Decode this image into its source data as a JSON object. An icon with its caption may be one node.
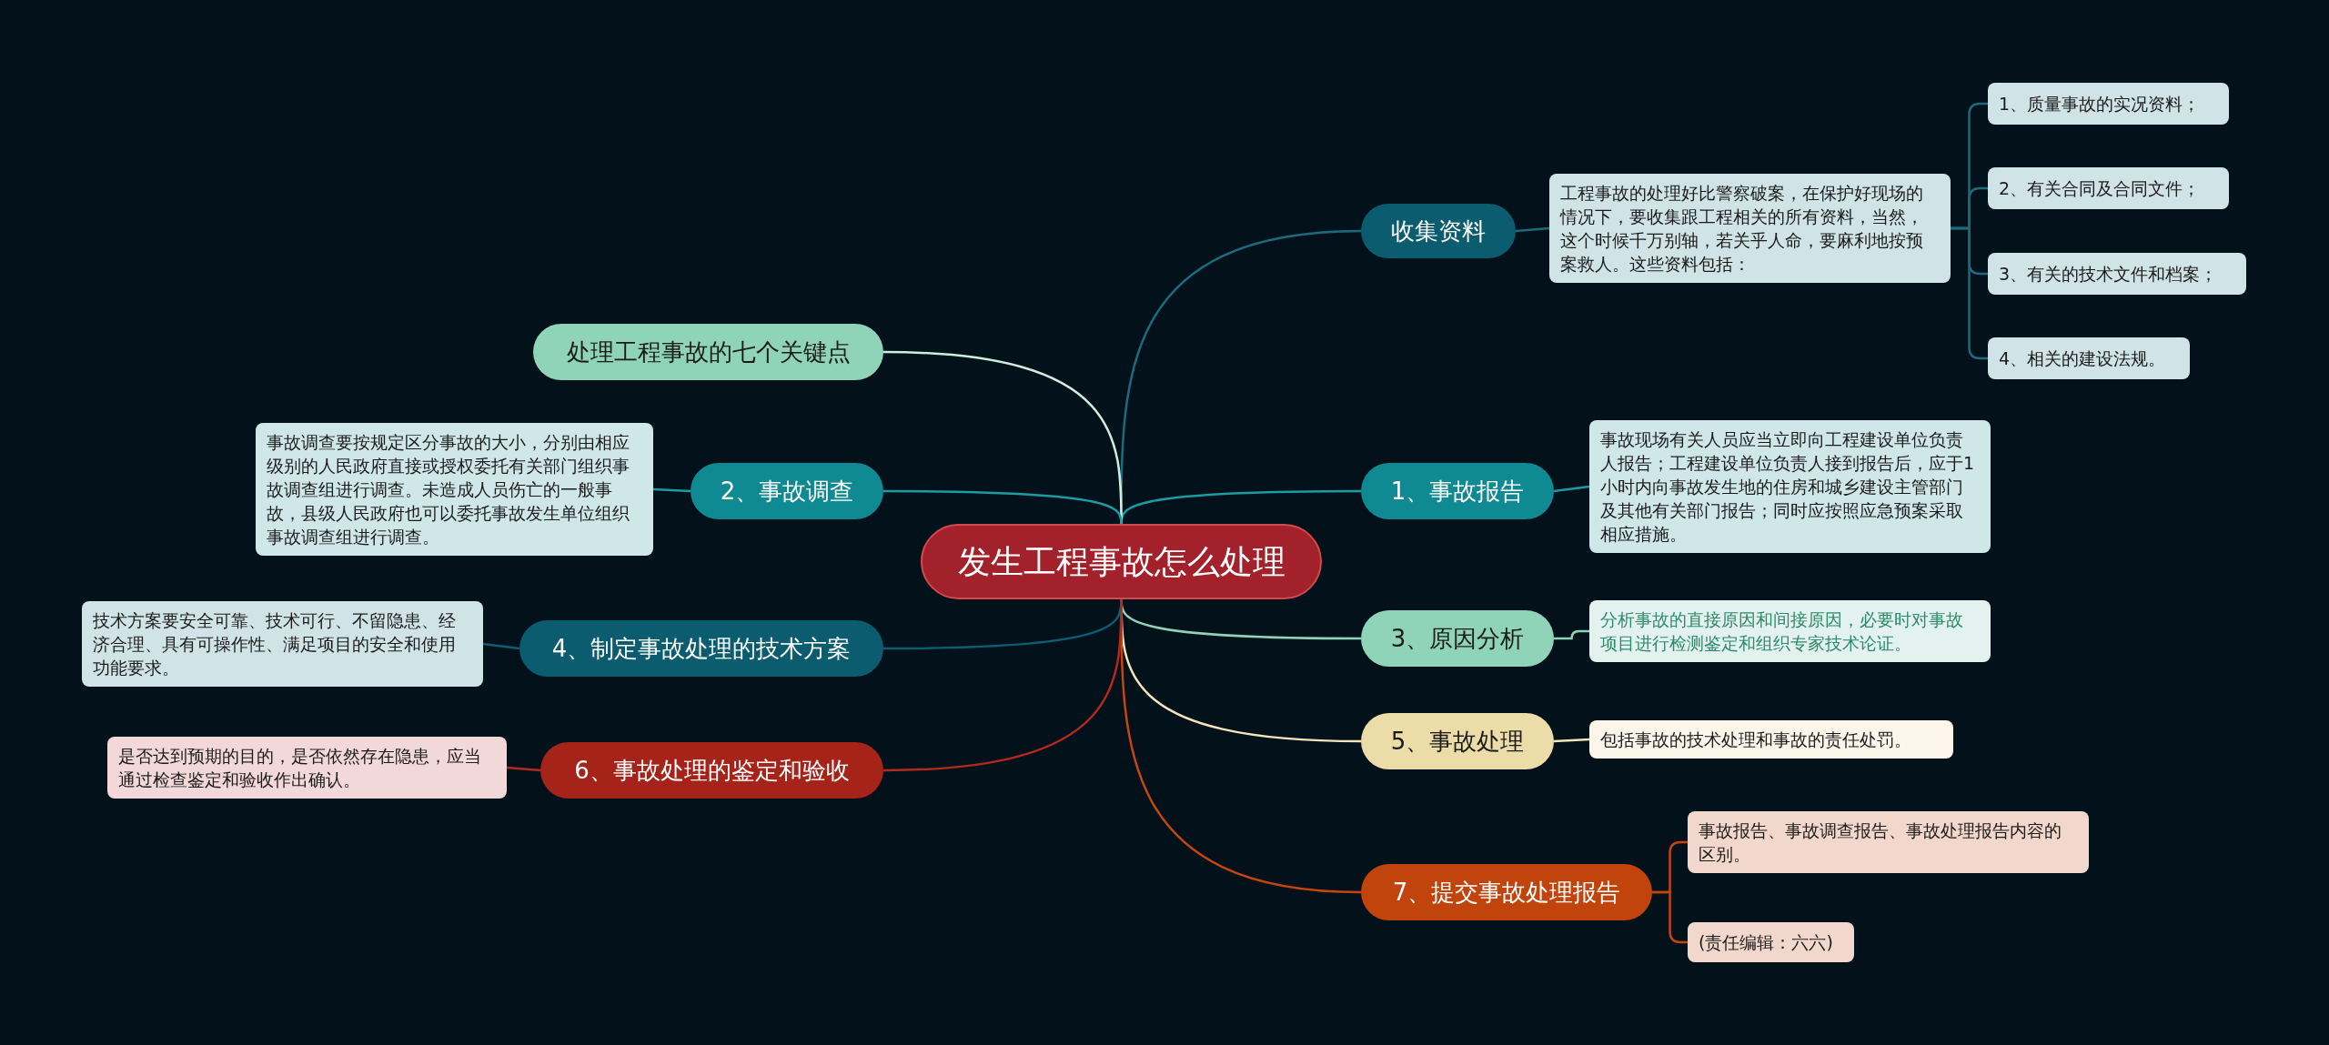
{
  "diagram": {
    "nodes": [
      {
        "text": [
          "发生工程事故怎么处理"
        ]
      },
      {
        "text": [
          "收集资料"
        ]
      },
      {
        "text": [
          "工程事故的处理好比警察破案，在保护好现场的情况下，要收集跟工程相关的所有资料，当然，这个时候千万别轴，若关乎人命，要麻利地按预案救人。这些资料包括："
        ]
      },
      {
        "text": [
          "1、质量事故的实况资料；"
        ]
      },
      {
        "text": [
          "2、有关合同及合同文件；"
        ]
      },
      {
        "text": [
          "3、有关的技术文件和档案；"
        ]
      },
      {
        "text": [
          "4、相关的建设法规。"
        ]
      },
      {
        "text": [
          "1、事故报告"
        ]
      },
      {
        "text": [
          "事故现场有关人员应当立即向工程建设单位负责人报告；工程建设单位负责人接到报告后，应于1小时内向事故发生地的住房和城乡建设主管部门及其他有关部门报告；同时应按照应急预案采取相应措施。"
        ]
      },
      {
        "text": [
          "3、原因分析"
        ]
      },
      {
        "text": [
          "分析事故的直接原因和间接原因，必要时对事故项目进行检测鉴定和组织专家技术论证。"
        ]
      },
      {
        "text": [
          "5、事故处理"
        ]
      },
      {
        "text": [
          "包括事故的技术处理和事故的责任处罚。"
        ]
      },
      {
        "text": [
          "7、提交事故处理报告"
        ]
      },
      {
        "text": [
          "事故报告、事故调查报告、事故处理报告内容的区别。"
        ]
      },
      {
        "text": [
          "(责任编辑：六六)"
        ]
      },
      {
        "text": [
          "处理工程事故的七个关键点"
        ]
      },
      {
        "text": [
          "2、事故调查"
        ]
      },
      {
        "text": [
          "事故调查要按规定区分事故的大小，分别由相应级别的人民政府直接或授权委托有关部门组织事故调查组进行调查。未造成人员伤亡的一般事故，县级人民政府也可以委托事故发生单位组织事故调查组进行调查。"
        ]
      },
      {
        "text": [
          "4、制定事故处理的技术方案"
        ]
      },
      {
        "text": [
          "技术方案要安全可靠、技术可行、不留隐患、经济合理、具有可操作性、满足项目的安全和使用功能要求。"
        ]
      },
      {
        "text": [
          "6、事故处理的鉴定和验收"
        ]
      },
      {
        "text": [
          "是否达到预期的目的，是否依然存在隐患，应当通过检查鉴定和验收作出确认。"
        ]
      }
    ],
    "edges": [
      {
        "from": 0,
        "to": 1,
        "arrow": "none",
        "color": "#1c6a7a"
      },
      {
        "from": 1,
        "to": 2,
        "arrow": "none",
        "color": "#1c6a7a"
      },
      {
        "from": 2,
        "to": 3,
        "arrow": "none",
        "color": "#1c6a7a"
      },
      {
        "from": 2,
        "to": 4,
        "arrow": "none",
        "color": "#1c6a7a"
      },
      {
        "from": 2,
        "to": 5,
        "arrow": "none",
        "color": "#1c6a7a"
      },
      {
        "from": 2,
        "to": 6,
        "arrow": "none",
        "color": "#1c6a7a"
      },
      {
        "from": 0,
        "to": 7,
        "arrow": "none",
        "color": "#1a9ca2"
      },
      {
        "from": 7,
        "to": 8,
        "arrow": "none",
        "color": "#1a9ca2"
      },
      {
        "from": 0,
        "to": 9,
        "arrow": "none",
        "color": "#8fd3b8"
      },
      {
        "from": 9,
        "to": 10,
        "arrow": "none",
        "color": "#8fd3b8"
      },
      {
        "from": 0,
        "to": 11,
        "arrow": "none",
        "color": "#f4e6bb"
      },
      {
        "from": 11,
        "to": 12,
        "arrow": "none",
        "color": "#f4e6bb"
      },
      {
        "from": 0,
        "to": 13,
        "arrow": "none",
        "color": "#c4460f"
      },
      {
        "from": 13,
        "to": 14,
        "arrow": "none",
        "color": "#c4460f"
      },
      {
        "from": 13,
        "to": 15,
        "arrow": "none",
        "color": "#c4460f"
      },
      {
        "from": 0,
        "to": 16,
        "arrow": "none",
        "color": "#cdeedc"
      },
      {
        "from": 0,
        "to": 17,
        "arrow": "none",
        "color": "#1a9ca2"
      },
      {
        "from": 17,
        "to": 18,
        "arrow": "none",
        "color": "#1a9ca2"
      },
      {
        "from": 0,
        "to": 19,
        "arrow": "none",
        "color": "#0d5d70"
      },
      {
        "from": 19,
        "to": 20,
        "arrow": "none",
        "color": "#0d5d70"
      },
      {
        "from": 0,
        "to": 21,
        "arrow": "none",
        "color": "#b22a1e"
      },
      {
        "from": 21,
        "to": 22,
        "arrow": "none",
        "color": "#b22a1e"
      }
    ]
  }
}
